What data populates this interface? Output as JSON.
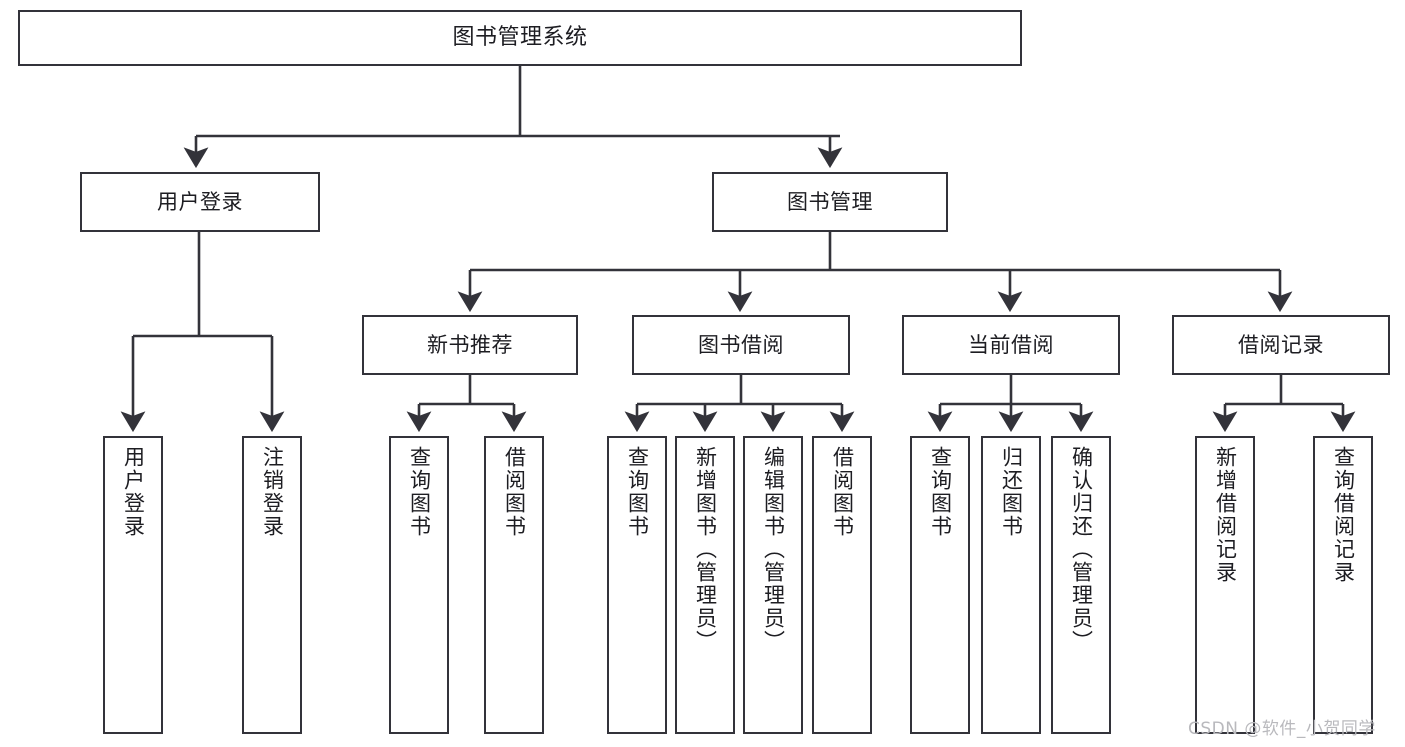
{
  "diagram": {
    "title": "图书管理系统",
    "watermark": "CSDN @软件_小贺同学",
    "colors": {
      "stroke": "#33333a",
      "text": "#1d1d22",
      "background": "#ffffff",
      "watermark": "#b9b9bd"
    },
    "nodes": {
      "root": {
        "label": "图书管理系统"
      },
      "level2": [
        {
          "label": "用户登录"
        },
        {
          "label": "图书管理"
        }
      ],
      "level3": [
        {
          "label": "新书推荐"
        },
        {
          "label": "图书借阅"
        },
        {
          "label": "当前借阅"
        },
        {
          "label": "借阅记录"
        }
      ],
      "leaves": {
        "user_login": [
          {
            "label": "用户登录"
          },
          {
            "label": "注销登录"
          }
        ],
        "new_book": [
          {
            "label": "查询图书"
          },
          {
            "label": "借阅图书"
          }
        ],
        "book_borrow": [
          {
            "label": "查询图书"
          },
          {
            "label": "新增图书（管理员）"
          },
          {
            "label": "编辑图书（管理员）"
          },
          {
            "label": "借阅图书"
          }
        ],
        "current_borrow": [
          {
            "label": "查询图书"
          },
          {
            "label": "归还图书"
          },
          {
            "label": "确认归还（管理员）"
          }
        ],
        "borrow_record": [
          {
            "label": "新增借阅记录"
          },
          {
            "label": "查询借阅记录"
          }
        ]
      }
    }
  }
}
